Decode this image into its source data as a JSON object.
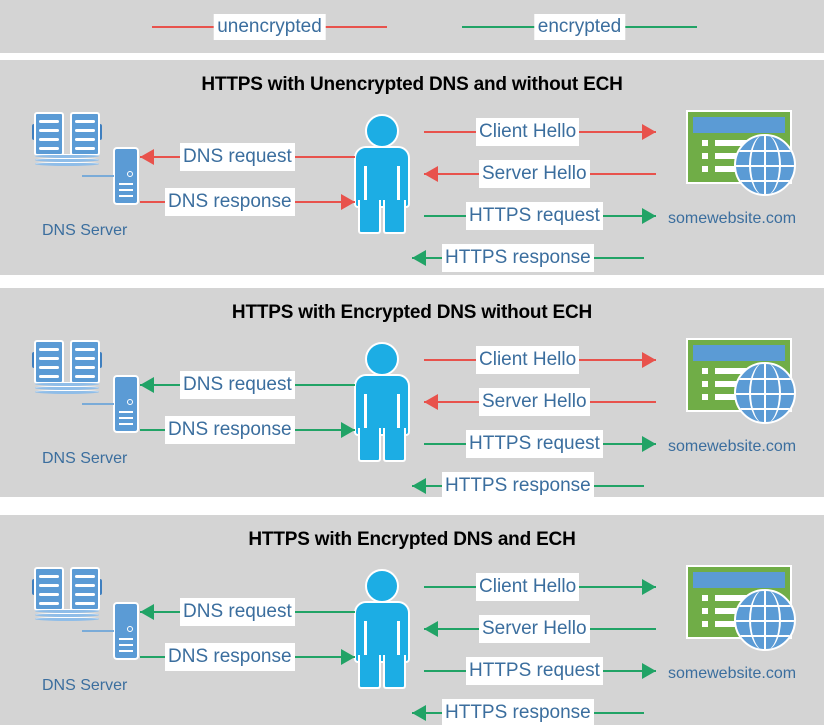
{
  "legend": {
    "items": [
      {
        "label": "unencrypted",
        "color": "#e8524c",
        "icon": "line-segment-icon"
      },
      {
        "label": "encrypted",
        "color": "#21a366",
        "icon": "line-segment-icon"
      }
    ]
  },
  "colors": {
    "unencrypted": "#e8524c",
    "encrypted": "#21a366",
    "panel_bg": "#d4d4d4",
    "label_text": "#3b6e9e",
    "person": "#1cade4",
    "server_blue": "#5b9bd5",
    "site_green": "#70ad47",
    "title_text": "#000000"
  },
  "nodes": {
    "dns_server_label": "DNS Server",
    "website_label": "somewebsite.com",
    "client_name": "person-user-icon"
  },
  "panels": [
    {
      "id": "panel-1",
      "title": "HTTPS with Unencrypted DNS and without ECH",
      "dns_label": "DNS Server",
      "site_label": "somewebsite.com",
      "messages": [
        {
          "label": "DNS request",
          "side": "dns",
          "direction": "left",
          "encrypted": false
        },
        {
          "label": "DNS response",
          "side": "dns",
          "direction": "right",
          "encrypted": false
        },
        {
          "label": "Client Hello",
          "side": "site",
          "direction": "right",
          "encrypted": false
        },
        {
          "label": "Server Hello",
          "side": "site",
          "direction": "left",
          "encrypted": false
        },
        {
          "label": "HTTPS request",
          "side": "site",
          "direction": "right",
          "encrypted": true
        },
        {
          "label": "HTTPS response",
          "side": "site",
          "direction": "left",
          "encrypted": true
        }
      ]
    },
    {
      "id": "panel-2",
      "title": "HTTPS with Encrypted DNS without ECH",
      "dns_label": "DNS Server",
      "site_label": "somewebsite.com",
      "messages": [
        {
          "label": "DNS request",
          "side": "dns",
          "direction": "left",
          "encrypted": true
        },
        {
          "label": "DNS response",
          "side": "dns",
          "direction": "right",
          "encrypted": true
        },
        {
          "label": "Client Hello",
          "side": "site",
          "direction": "right",
          "encrypted": false
        },
        {
          "label": "Server Hello",
          "side": "site",
          "direction": "left",
          "encrypted": false
        },
        {
          "label": "HTTPS request",
          "side": "site",
          "direction": "right",
          "encrypted": true
        },
        {
          "label": "HTTPS response",
          "side": "site",
          "direction": "left",
          "encrypted": true
        }
      ]
    },
    {
      "id": "panel-3",
      "title": "HTTPS with Encrypted DNS and ECH",
      "dns_label": "DNS Server",
      "site_label": "somewebsite.com",
      "messages": [
        {
          "label": "DNS request",
          "side": "dns",
          "direction": "left",
          "encrypted": true
        },
        {
          "label": "DNS response",
          "side": "dns",
          "direction": "right",
          "encrypted": true
        },
        {
          "label": "Client Hello",
          "side": "site",
          "direction": "right",
          "encrypted": true
        },
        {
          "label": "Server Hello",
          "side": "site",
          "direction": "left",
          "encrypted": true
        },
        {
          "label": "HTTPS request",
          "side": "site",
          "direction": "right",
          "encrypted": true
        },
        {
          "label": "HTTPS response",
          "side": "site",
          "direction": "left",
          "encrypted": true
        }
      ]
    }
  ]
}
